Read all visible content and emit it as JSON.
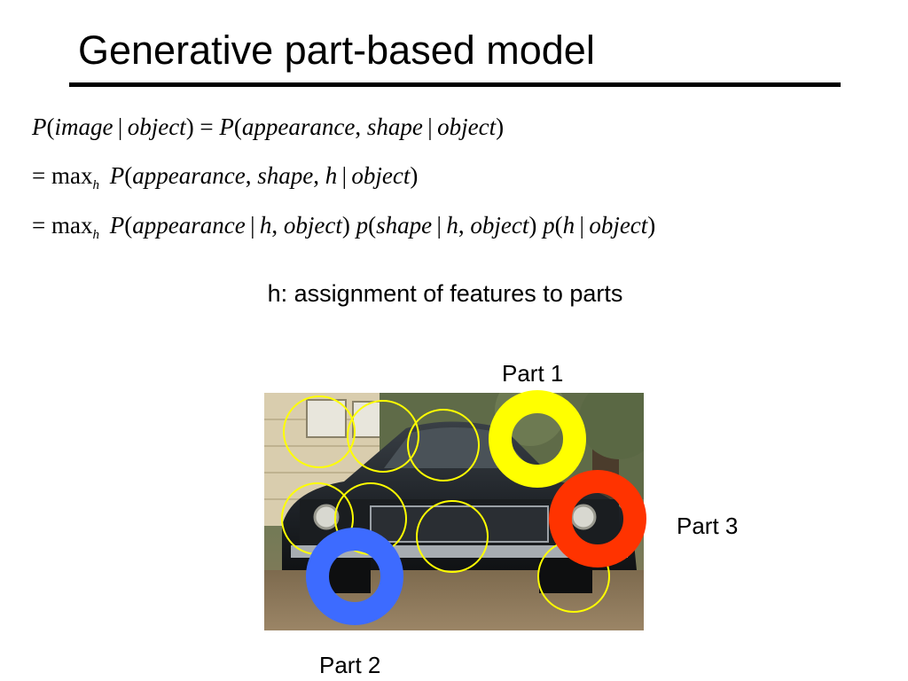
{
  "slide": {
    "title": "Generative part-based model",
    "caption": "h: assignment of features to parts"
  },
  "equations": [
    "P(image | object) = P(appearance, shape | object)",
    "= max_h P(appearance, shape, h | object)",
    "= max_h P(appearance | h, object) p(shape | h, object) p(h | object)"
  ],
  "figure": {
    "parts": [
      {
        "label": "Part 1",
        "color": "#ffff00"
      },
      {
        "label": "Part 2",
        "color": "#3d6bff"
      },
      {
        "label": "Part 3",
        "color": "#ff3300"
      }
    ],
    "feature_circle_color": "#ffff00"
  }
}
